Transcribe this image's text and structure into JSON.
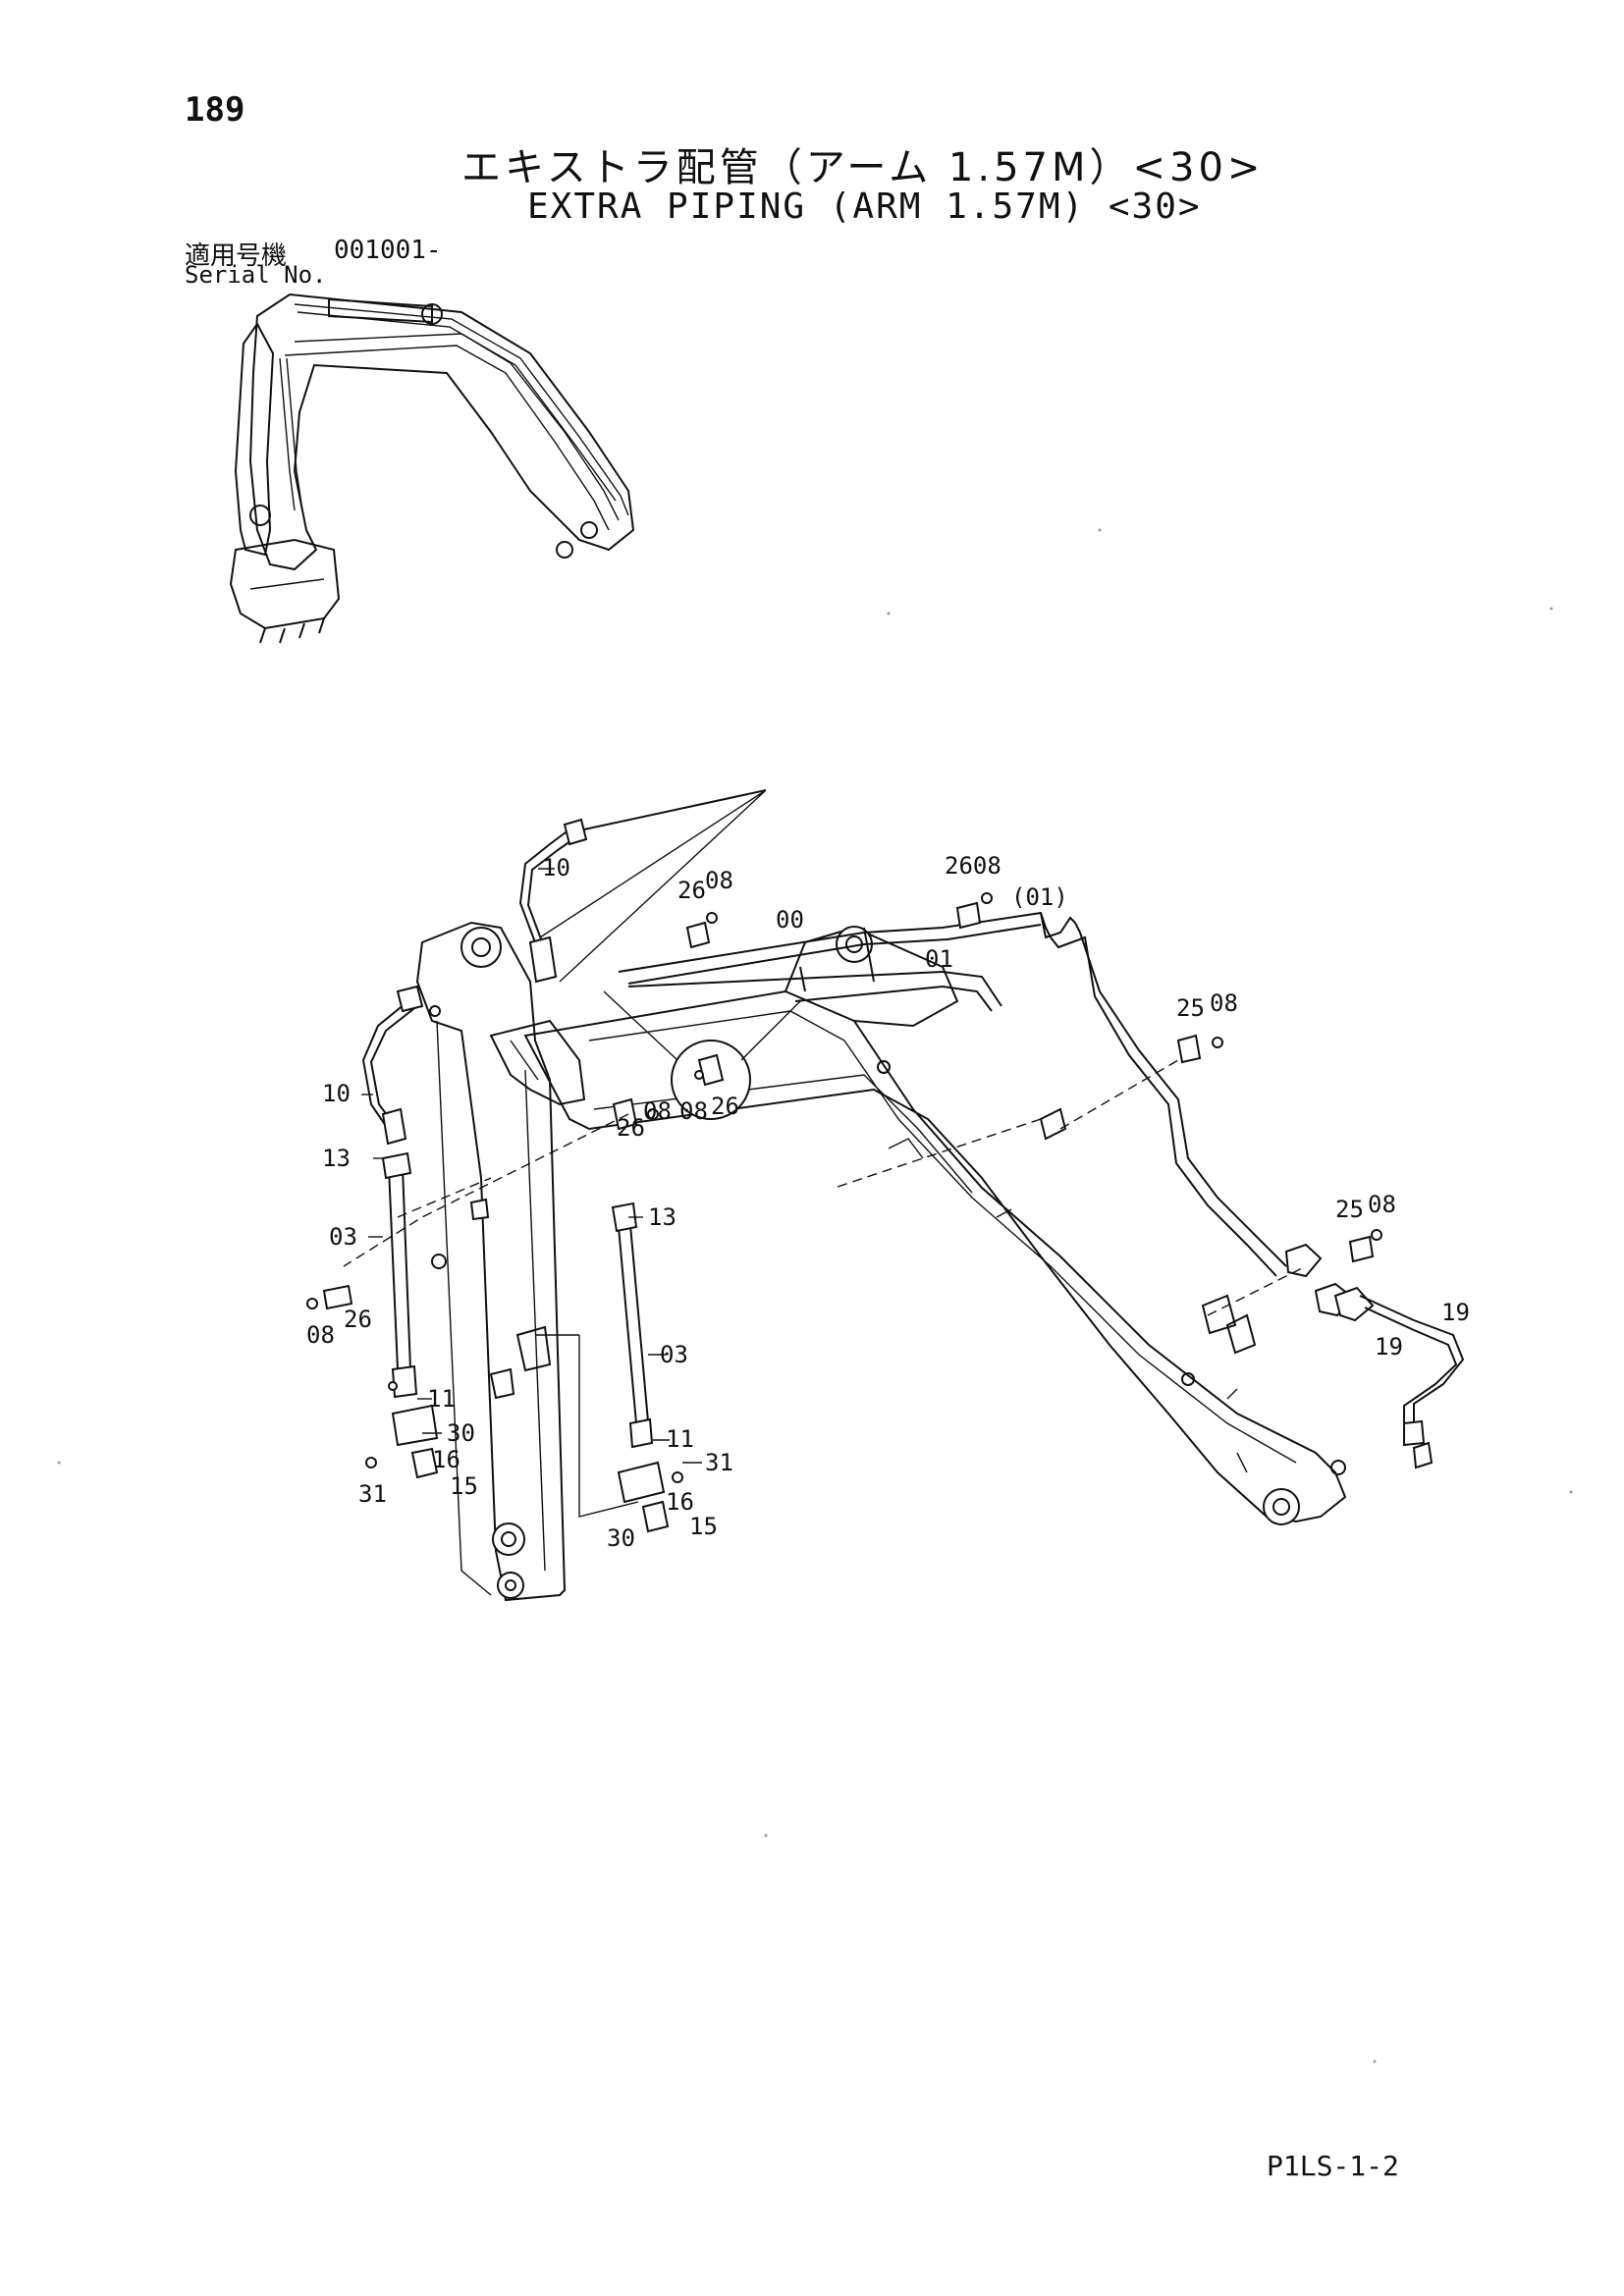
{
  "header": {
    "page_number": "189",
    "title_jp": "エキストラ配管（アーム 1.57M）<30>",
    "title_en": "EXTRA PIPING (ARM 1.57M) <30>"
  },
  "serial": {
    "label_jp": "適用号機",
    "value": "001001-",
    "label_en": "Serial No."
  },
  "footer": {
    "code": "P1LS-1-2"
  },
  "callouts": [
    {
      "id": "c-10a",
      "text": "10"
    },
    {
      "id": "c-26a",
      "text": "26"
    },
    {
      "id": "c-08a",
      "text": "08"
    },
    {
      "id": "c-00",
      "text": "00"
    },
    {
      "id": "c-2608",
      "text": "2608"
    },
    {
      "id": "c-01p",
      "text": "(01)"
    },
    {
      "id": "c-01",
      "text": "01"
    },
    {
      "id": "c-10b",
      "text": "10"
    },
    {
      "id": "c-08b",
      "text": "08"
    },
    {
      "id": "c-26b",
      "text": "26"
    },
    {
      "id": "c-08c",
      "text": "08"
    },
    {
      "id": "c-26c",
      "text": "26"
    },
    {
      "id": "c-25a",
      "text": "25"
    },
    {
      "id": "c-08d",
      "text": "08"
    },
    {
      "id": "c-13a",
      "text": "13"
    },
    {
      "id": "c-13b",
      "text": "13"
    },
    {
      "id": "c-03a",
      "text": "03"
    },
    {
      "id": "c-25b",
      "text": "25"
    },
    {
      "id": "c-08e",
      "text": "08"
    },
    {
      "id": "c-08f",
      "text": "08"
    },
    {
      "id": "c-26d",
      "text": "26"
    },
    {
      "id": "c-19a",
      "text": "19"
    },
    {
      "id": "c-19b",
      "text": "19"
    },
    {
      "id": "c-03b",
      "text": "03"
    },
    {
      "id": "c-11a",
      "text": "11"
    },
    {
      "id": "c-30a",
      "text": "30"
    },
    {
      "id": "c-16a",
      "text": "16"
    },
    {
      "id": "c-31a",
      "text": "31"
    },
    {
      "id": "c-15a",
      "text": "15"
    },
    {
      "id": "c-11b",
      "text": "11"
    },
    {
      "id": "c-31b",
      "text": "31"
    },
    {
      "id": "c-16b",
      "text": "16"
    },
    {
      "id": "c-30b",
      "text": "30"
    },
    {
      "id": "c-15b",
      "text": "15"
    }
  ]
}
